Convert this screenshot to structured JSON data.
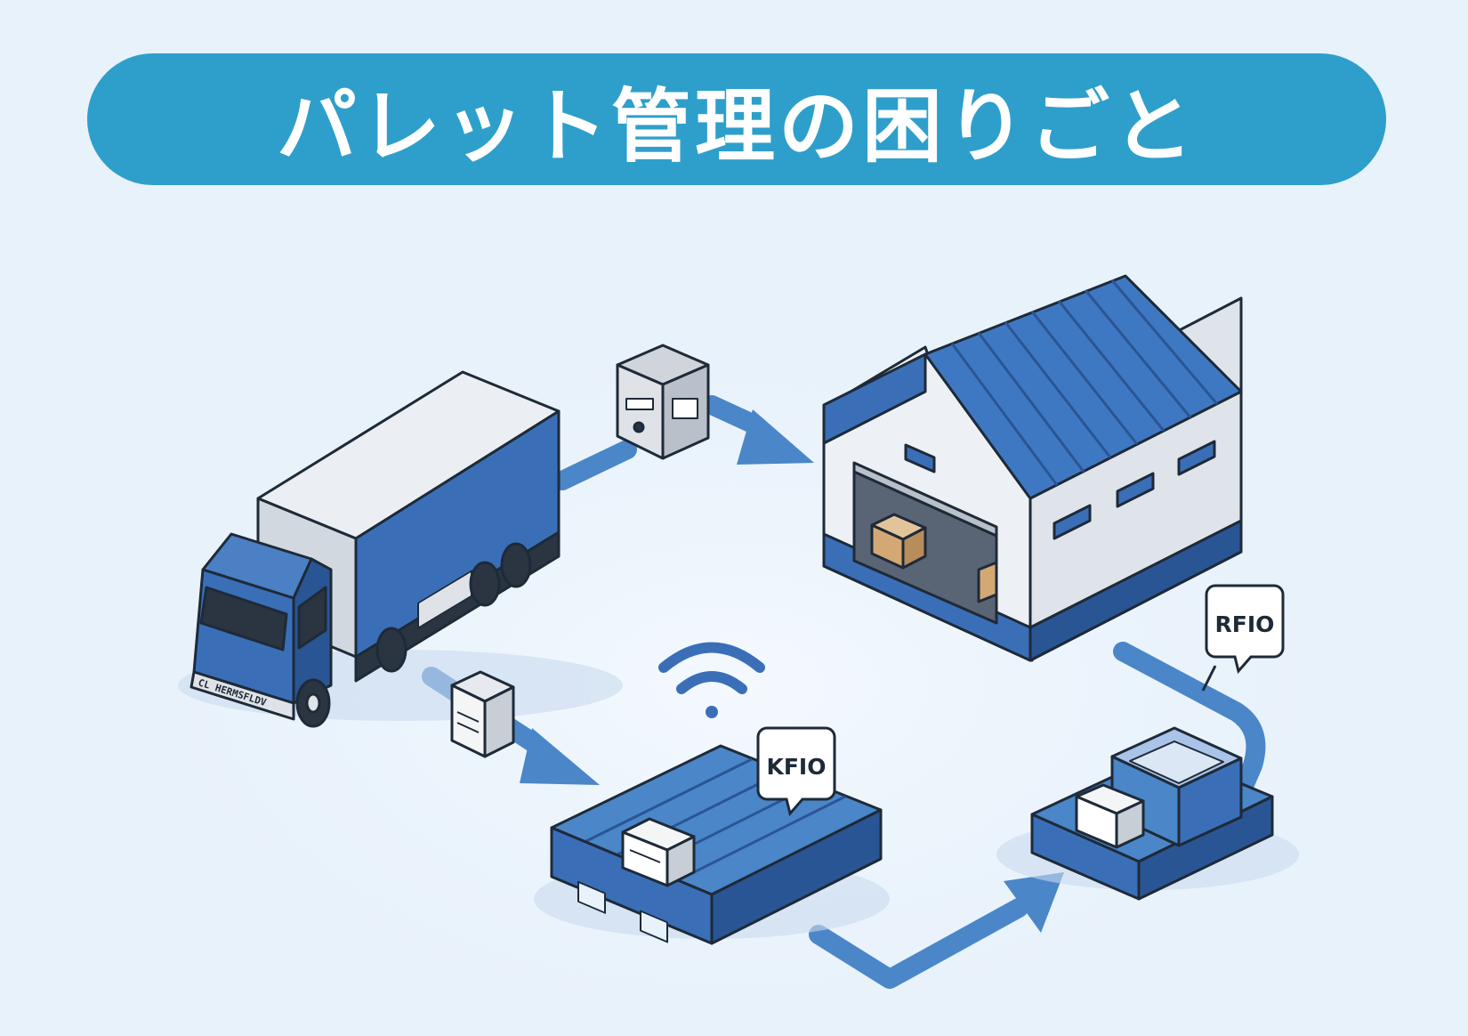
{
  "title": "パレット管理の困りごと",
  "tags": {
    "pallet_tag": "KFIO",
    "crate_tag": "RFIO"
  },
  "truck": {
    "plate_text": "CL HERMSFLDV"
  },
  "colors": {
    "background": "#e8f2fb",
    "banner": "#2e9fca",
    "primary_blue": "#3a6fb8",
    "dark_blue": "#2a5594",
    "flow_arrow": "#4a86c8"
  }
}
